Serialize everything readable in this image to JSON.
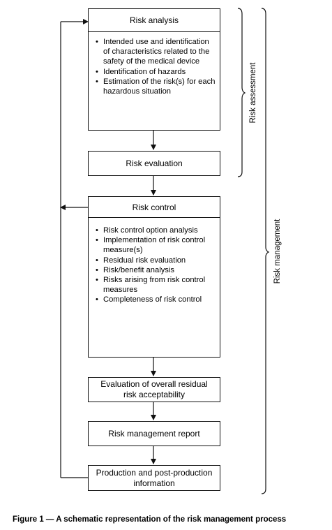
{
  "boxes": {
    "risk_analysis": {
      "title": "Risk analysis",
      "bullets": [
        "Intended use and identification of characteristics related to the safety of the medical device",
        "Identification of hazards",
        "Estimation of the risk(s) for each hazardous situation"
      ]
    },
    "risk_evaluation": {
      "title": "Risk evaluation"
    },
    "risk_control": {
      "title": "Risk control",
      "bullets": [
        "Risk control option analysis",
        "Implementation of risk control measure(s)",
        "Residual risk evaluation",
        "Risk/benefit analysis",
        "Risks arising from risk control measures",
        "Completeness of risk control"
      ]
    },
    "overall_residual": {
      "title": "Evaluation of overall residual risk acceptability"
    },
    "report": {
      "title": "Risk management report"
    },
    "production": {
      "title": "Production and post-production information"
    }
  },
  "labels": {
    "risk_assessment": "Risk assessment",
    "risk_management": "Risk management"
  },
  "caption": "Figure 1 — A schematic representation of the risk management process"
}
